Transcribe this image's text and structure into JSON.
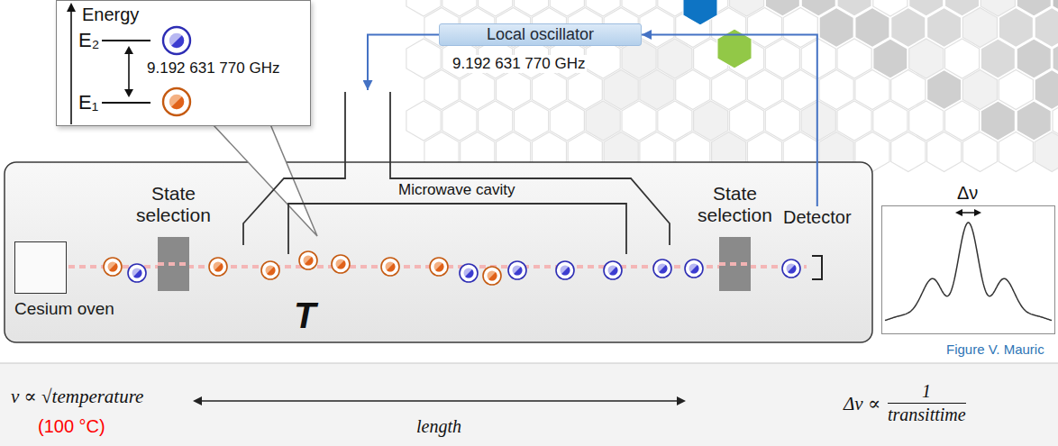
{
  "diagram": {
    "nodes": [
      {
        "text": [
          "Energy",
          "E₂",
          "9.192 631 770 GHz",
          "E₁"
        ]
      },
      {
        "text": [
          "Local oscillator"
        ]
      },
      {
        "text": [
          "Cesium oven"
        ]
      },
      {
        "text": [
          "State selection"
        ]
      },
      {
        "text": [
          "Microwave cavity",
          "T"
        ]
      },
      {
        "text": [
          "State selection"
        ]
      },
      {
        "text": [
          "Detector"
        ]
      },
      {
        "text": [
          "Δν"
        ]
      }
    ],
    "edges": [
      {
        "from": 1,
        "to": 4,
        "arrow": "to"
      },
      {
        "from": 6,
        "to": 1,
        "arrow": "to"
      }
    ],
    "labels": [
      "9.192 631 770 GHz",
      "Figure V. Mauric",
      "v ∝ √temperature",
      "(100 °C)",
      "length",
      "Δν ∝",
      "1",
      "transittime"
    ]
  }
}
